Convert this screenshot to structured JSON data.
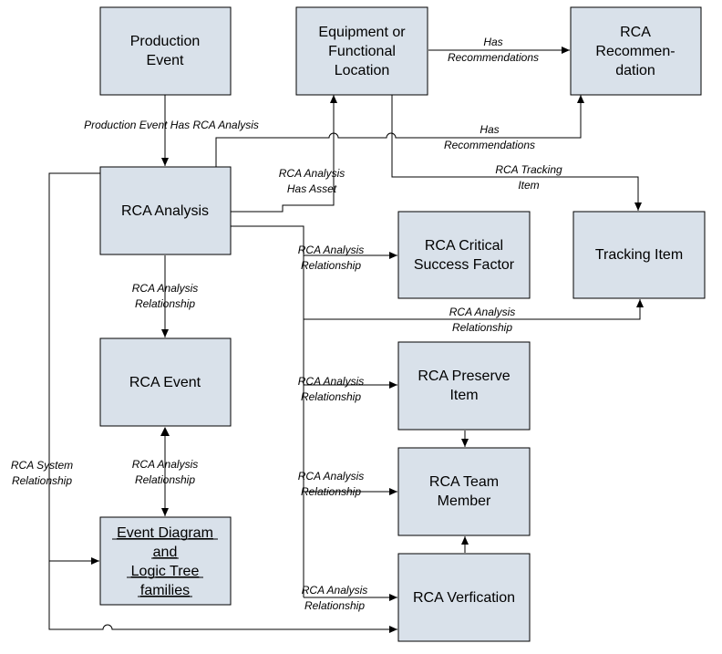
{
  "nodes": {
    "production_event": [
      "Production",
      "Event"
    ],
    "equipment": [
      "Equipment or",
      "Functional",
      "Location"
    ],
    "rca_recommendation": [
      "RCA",
      "Recommen-",
      "dation"
    ],
    "rca_analysis": [
      "RCA Analysis"
    ],
    "rca_critical": [
      "RCA Critical",
      "Success Factor"
    ],
    "tracking_item": [
      "Tracking Item"
    ],
    "rca_event": [
      "RCA Event"
    ],
    "rca_preserve": [
      "RCA Preserve",
      "Item"
    ],
    "event_diagram": [
      "Event Diagram",
      "and",
      "Logic Tree",
      "families"
    ],
    "rca_team": [
      "RCA Team",
      "Member"
    ],
    "rca_verification": [
      "RCA Verfication"
    ]
  },
  "edge_labels": {
    "prod_has_analysis": [
      "Production Event Has RCA Analysis"
    ],
    "equip_has_rec": [
      "Has",
      "Recommendations"
    ],
    "analysis_has_rec": [
      "Has",
      "Recommendations"
    ],
    "analysis_has_asset": [
      "RCA Analysis",
      "Has Asset"
    ],
    "rca_tracking": [
      "RCA Tracking",
      "Item"
    ],
    "rel_critical": [
      "RCA Analysis",
      "Relationship"
    ],
    "rel_tracking": [
      "RCA Analysis",
      "Relationship"
    ],
    "rel_event": [
      "RCA Analysis",
      "Relationship"
    ],
    "rel_preserve": [
      "RCA Analysis",
      "Relationship"
    ],
    "rel_diagram": [
      "RCA Analysis",
      "Relationship"
    ],
    "rel_team": [
      "RCA Analysis",
      "Relationship"
    ],
    "rel_verification": [
      "RCA Analysis",
      "Relationship"
    ],
    "system_rel": [
      "RCA System",
      "Relationship"
    ]
  }
}
